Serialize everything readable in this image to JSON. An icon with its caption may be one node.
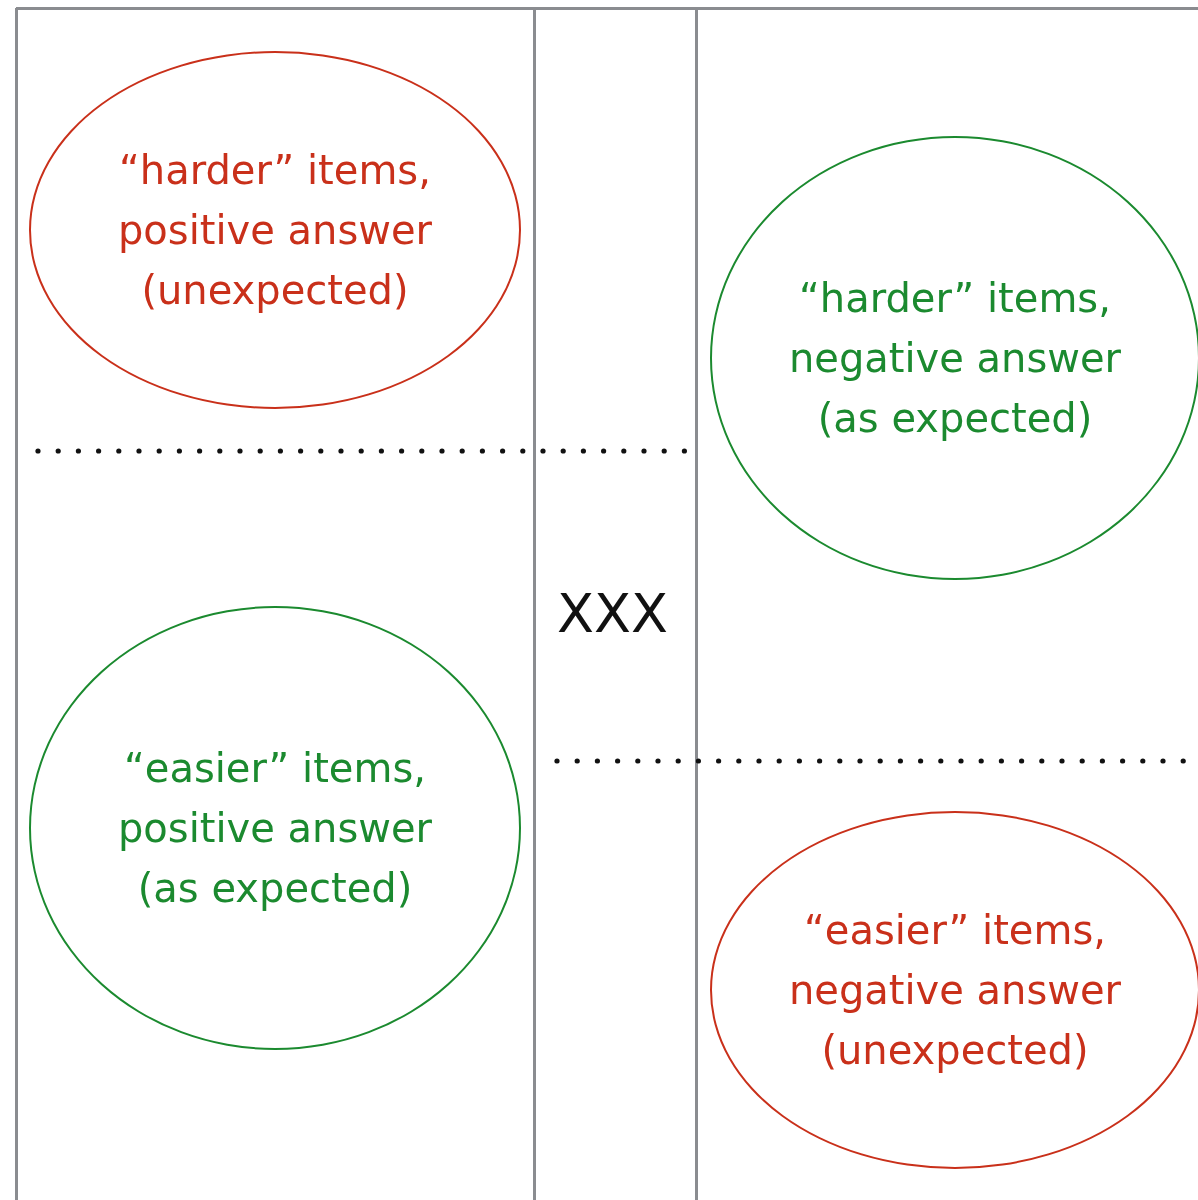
{
  "diagram": {
    "nodes": [
      {
        "text": [
          "“harder” items, positive answer (unexpected)"
        ]
      },
      {
        "text": [
          "“harder” items, negative answer (as expected)"
        ]
      },
      {
        "text": [
          "“easier” items, positive answer (as expected)"
        ]
      },
      {
        "text": [
          "“easier” items, negative answer (unexpected)"
        ]
      }
    ],
    "labels": [
      "XXX"
    ]
  }
}
